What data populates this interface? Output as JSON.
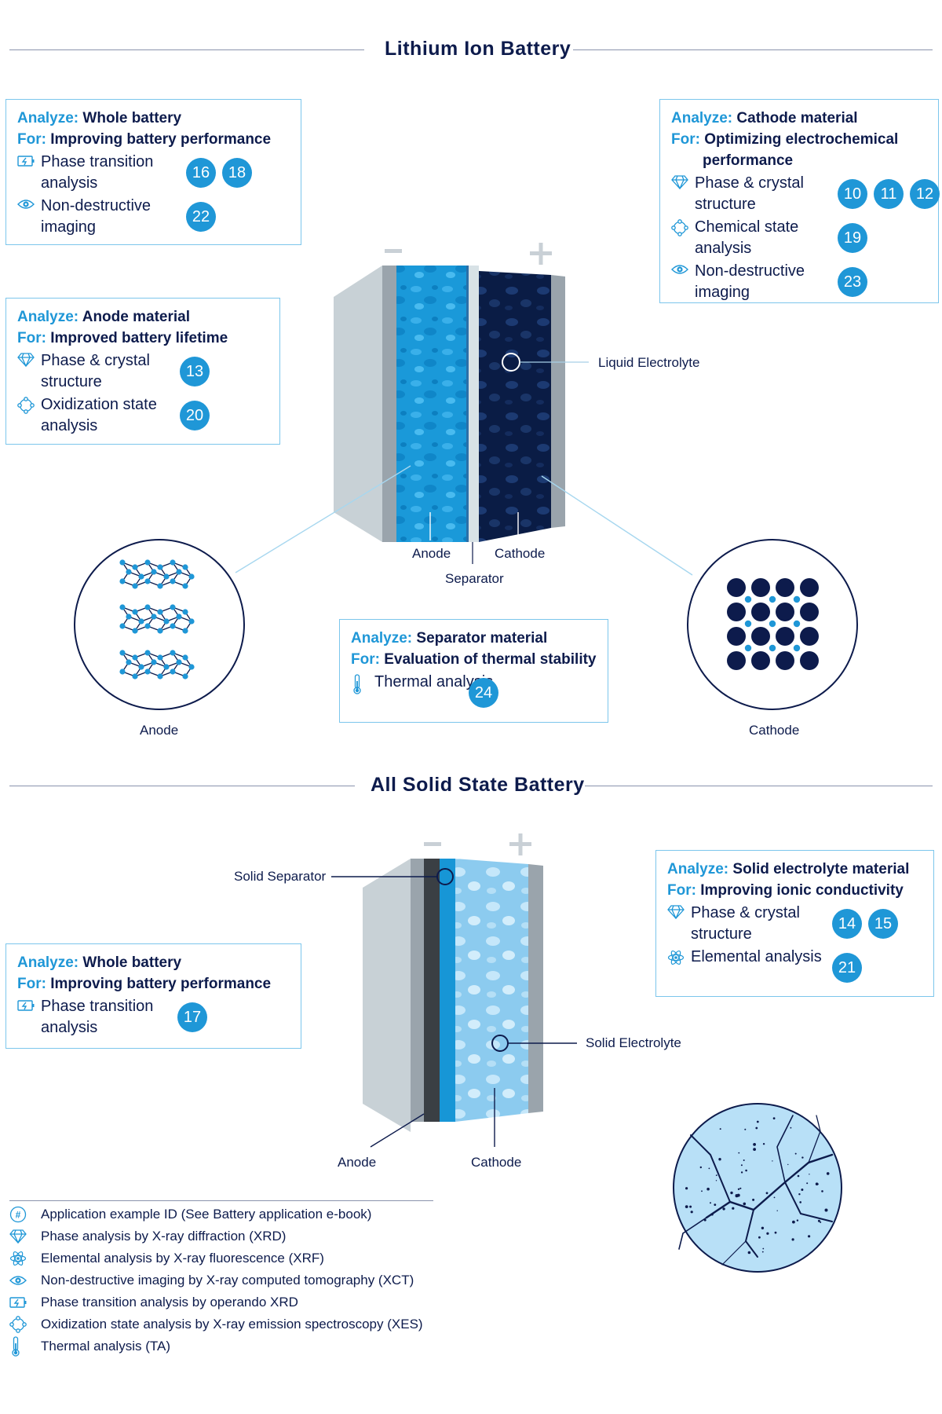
{
  "sections": {
    "liquid": {
      "title": "Lithium Ion Battery"
    },
    "solid": {
      "title": "All Solid State Battery"
    }
  },
  "cards": {
    "whole_battery_1": {
      "analyze_kw": "Analyze:",
      "analyze": "Whole battery",
      "for_kw": "For:",
      "for": "Improving battery performance",
      "rows": [
        {
          "icon": "phase-transition-icon",
          "text": "Phase transition analysis",
          "badges": [
            "16",
            "18"
          ]
        },
        {
          "icon": "eye-icon",
          "text": "Non-destructive imaging",
          "badges": [
            "22"
          ]
        }
      ]
    },
    "cathode": {
      "analyze_kw": "Analyze:",
      "analyze": "Cathode material",
      "for_kw": "For:",
      "for": "Optimizing electrochemical",
      "for_cont": "performance",
      "rows": [
        {
          "icon": "diamond-icon",
          "text": "Phase & crystal structure",
          "badges": [
            "10",
            "11",
            "12"
          ]
        },
        {
          "icon": "oxidization-icon",
          "text": "Chemical state analysis",
          "badges": [
            "19"
          ]
        },
        {
          "icon": "eye-icon",
          "text": "Non-destructive imaging",
          "badges": [
            "23"
          ]
        }
      ]
    },
    "anode": {
      "analyze_kw": "Analyze:",
      "analyze": "Anode material",
      "for_kw": "For:",
      "for": "Improved battery lifetime",
      "rows": [
        {
          "icon": "diamond-icon",
          "text": "Phase & crystal structure",
          "badges": [
            "13"
          ]
        },
        {
          "icon": "oxidization-icon",
          "text": "Oxidization state analysis",
          "badges": [
            "20"
          ]
        }
      ]
    },
    "separator": {
      "analyze_kw": "Analyze:",
      "analyze": "Separator material",
      "for_kw": "For:",
      "for": "Evaluation of thermal stability",
      "rows": [
        {
          "icon": "thermometer-icon",
          "text": "Thermal analysis",
          "badges": [
            "24"
          ]
        }
      ]
    },
    "whole_battery_2": {
      "analyze_kw": "Analyze:",
      "analyze": "Whole battery",
      "for_kw": "For:",
      "for": "Improving battery performance",
      "rows": [
        {
          "icon": "phase-transition-icon",
          "text": "Phase transition analysis",
          "badges": [
            "17"
          ]
        }
      ]
    },
    "solid_electrolyte": {
      "analyze_kw": "Analyze:",
      "analyze": "Solid electrolyte material",
      "for_kw": "For:",
      "for": "Improving ionic conductivity",
      "rows": [
        {
          "icon": "diamond-icon",
          "text": "Phase & crystal structure",
          "badges": [
            "14",
            "15"
          ]
        },
        {
          "icon": "atom-icon",
          "text": "Elemental analysis",
          "badges": [
            "21"
          ]
        }
      ]
    }
  },
  "labels": {
    "liquid_electrolyte": "Liquid Electrolyte",
    "anode": "Anode",
    "cathode": "Cathode",
    "separator": "Separator",
    "anode_circle": "Anode",
    "cathode_circle": "Cathode",
    "solid_separator": "Solid Separator",
    "solid_electrolyte": "Solid Electrolyte",
    "solid_anode": "Anode",
    "solid_cathode": "Cathode",
    "minus": "−",
    "plus": "+"
  },
  "legend": [
    {
      "icon": "hash-icon",
      "text": "Application example ID (See Battery application e-book)"
    },
    {
      "icon": "diamond-icon",
      "text": "Phase analysis by X-ray diffraction (XRD)"
    },
    {
      "icon": "atom-icon",
      "text": "Elemental analysis by X-ray fluorescence (XRF)"
    },
    {
      "icon": "eye-icon",
      "text": "Non-destructive imaging by X-ray computed tomography (XCT)"
    },
    {
      "icon": "phase-transition-icon",
      "text": "Phase transition analysis by operando XRD"
    },
    {
      "icon": "oxidization-icon",
      "text": "Oxidization state analysis by X-ray emission spectroscopy (XES)"
    },
    {
      "icon": "thermometer-icon",
      "text": "Thermal analysis (TA)"
    }
  ],
  "colors": {
    "navy": "#0d1b4c",
    "accent": "#1f97d7",
    "card_border": "#7cc6ec",
    "anode_blue": "#1796d6",
    "cathode_navy": "#0b1f48",
    "collector_gray": "#9aa4ac",
    "case_gray": "#c9d2d6",
    "solid_electrolyte_blue": "#9ed4f2"
  }
}
